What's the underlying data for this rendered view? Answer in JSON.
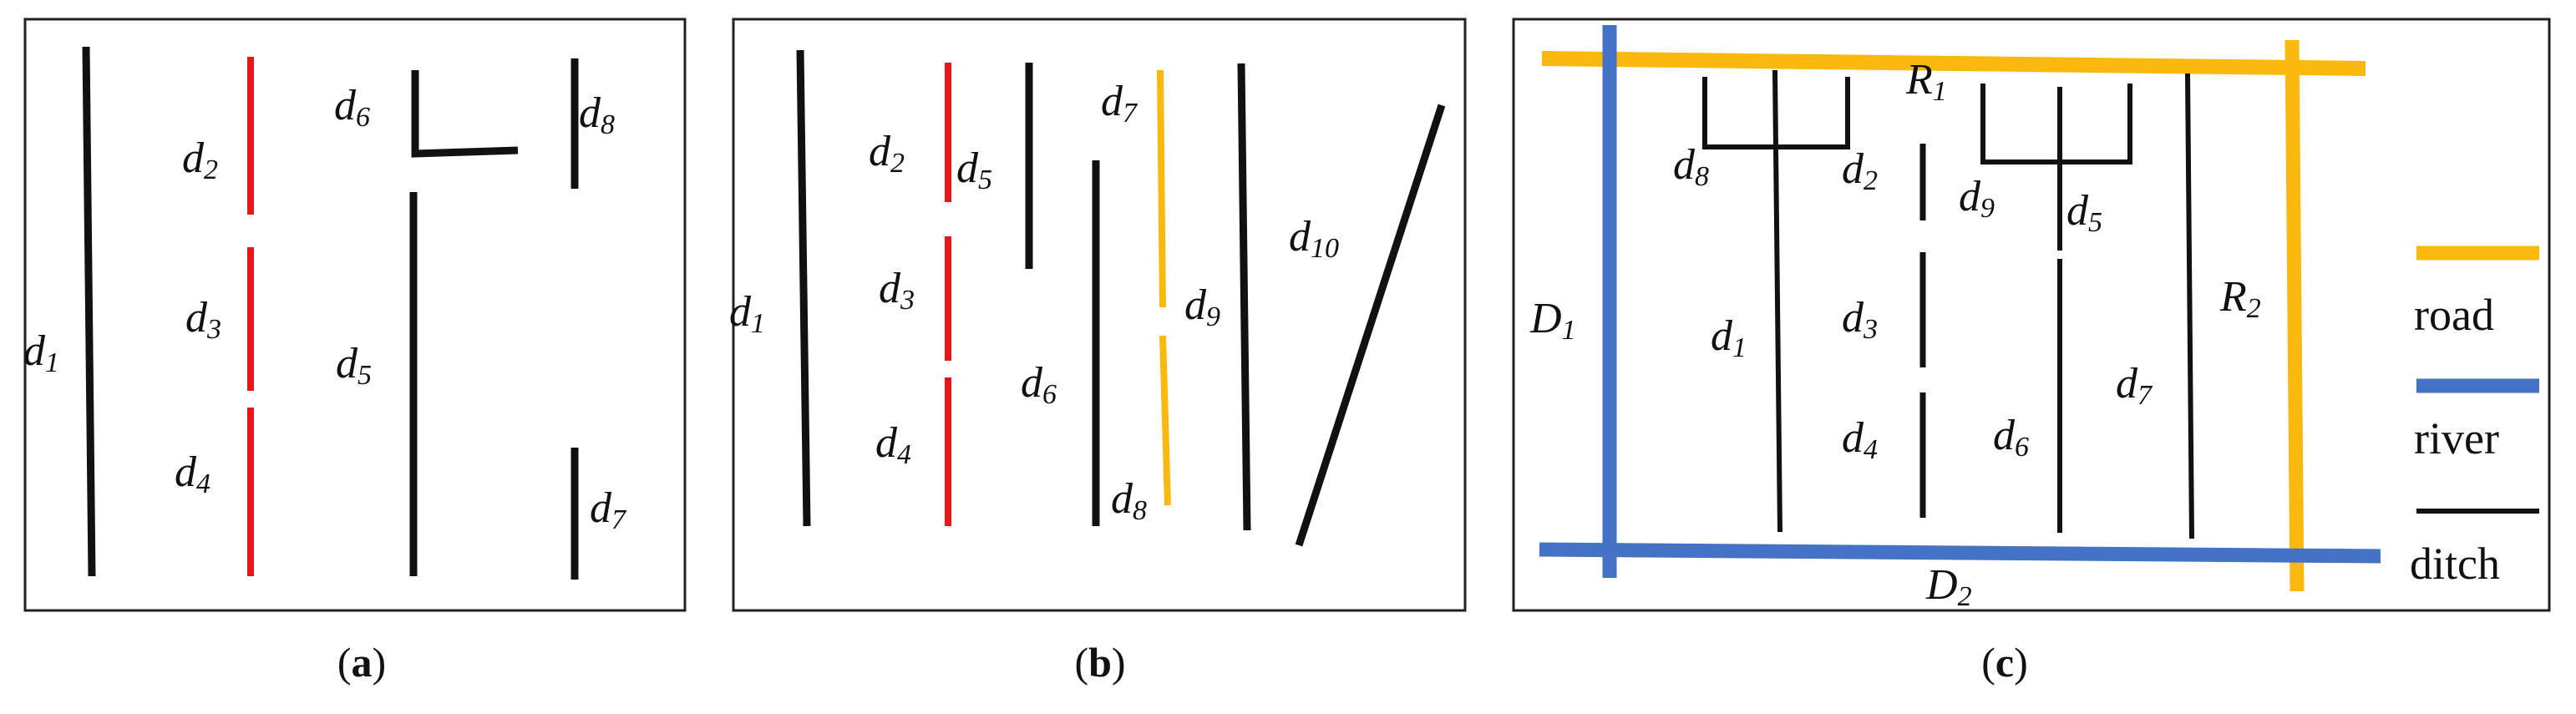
{
  "colors": {
    "ditch": "#111111",
    "red_ditch": "#e8161b",
    "road": "#fbb80f",
    "river": "#4472c4"
  },
  "panel_a": {
    "caption_open": "(",
    "caption_letter": "a",
    "caption_close": ")",
    "labels": {
      "d1": {
        "main": "d",
        "sub": "1"
      },
      "d2": {
        "main": "d",
        "sub": "2"
      },
      "d3": {
        "main": "d",
        "sub": "3"
      },
      "d4": {
        "main": "d",
        "sub": "4"
      },
      "d5": {
        "main": "d",
        "sub": "5"
      },
      "d6": {
        "main": "d",
        "sub": "6"
      },
      "d7": {
        "main": "d",
        "sub": "7"
      },
      "d8": {
        "main": "d",
        "sub": "8"
      }
    }
  },
  "panel_b": {
    "caption_open": "(",
    "caption_letter": "b",
    "caption_close": ")",
    "labels": {
      "d1": {
        "main": "d",
        "sub": "1"
      },
      "d2": {
        "main": "d",
        "sub": "2"
      },
      "d3": {
        "main": "d",
        "sub": "3"
      },
      "d4": {
        "main": "d",
        "sub": "4"
      },
      "d5": {
        "main": "d",
        "sub": "5"
      },
      "d6": {
        "main": "d",
        "sub": "6"
      },
      "d7": {
        "main": "d",
        "sub": "7"
      },
      "d8": {
        "main": "d",
        "sub": "8"
      },
      "d9": {
        "main": "d",
        "sub": "9"
      },
      "d10": {
        "main": "d",
        "sub": "10"
      }
    }
  },
  "panel_c": {
    "caption_open": "(",
    "caption_letter": "c",
    "caption_close": ")",
    "labels": {
      "R1": {
        "main": "R",
        "sub": "1"
      },
      "R2": {
        "main": "R",
        "sub": "2"
      },
      "D1": {
        "main": "D",
        "sub": "1"
      },
      "D2": {
        "main": "D",
        "sub": "2"
      },
      "d1": {
        "main": "d",
        "sub": "1"
      },
      "d2": {
        "main": "d",
        "sub": "2"
      },
      "d3": {
        "main": "d",
        "sub": "3"
      },
      "d4": {
        "main": "d",
        "sub": "4"
      },
      "d5": {
        "main": "d",
        "sub": "5"
      },
      "d6": {
        "main": "d",
        "sub": "6"
      },
      "d7": {
        "main": "d",
        "sub": "7"
      },
      "d8": {
        "main": "d",
        "sub": "8"
      },
      "d9": {
        "main": "d",
        "sub": "9"
      }
    },
    "legend": {
      "road": "road",
      "river": "river",
      "ditch": "ditch"
    }
  }
}
